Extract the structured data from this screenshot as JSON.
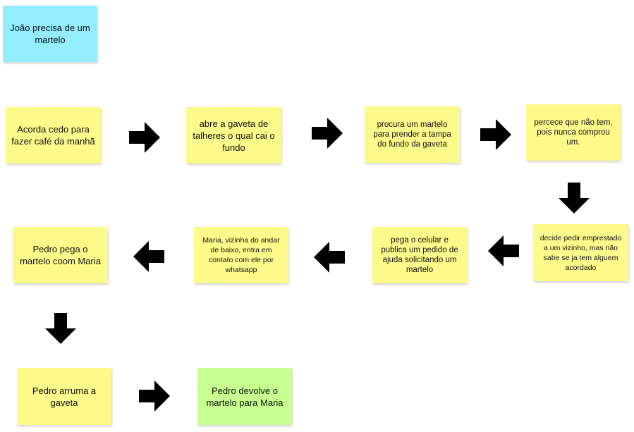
{
  "colors": {
    "start": "#93edff",
    "step": "#fdfa8c",
    "end": "#c6ff8f",
    "arrow": "#000000"
  },
  "notes": {
    "title": "João precisa de um martelo",
    "n1": "Acorda cedo para fazer café da manhã",
    "n2": "abre a gaveta de talheres o qual cai o fundo",
    "n3": "procura um martelo para prender a tampa do fundo da gaveta",
    "n4": "percece que não tem, pois nunca comprou um.",
    "n5": "decide pedir emprestado a um vizinho, mas não sabe se ja tem alguem acordado",
    "n6": "pega o celular e publica um pedido de ajuda solicitando um martelo",
    "n7": "Maria, vizinha do andar de baixo, entra em contato com ele por whatsapp",
    "n8": "Pedro pega o martelo coom Maria",
    "n9": "Pedro arruma a gaveta",
    "n10": "Pedro devolve o martelo para Maria"
  },
  "arrows": {
    "a1": "arrow-right",
    "a2": "arrow-right",
    "a3": "arrow-right",
    "a4": "arrow-down",
    "a5": "arrow-left",
    "a6": "arrow-left",
    "a7": "arrow-left",
    "a8": "arrow-down",
    "a9": "arrow-right"
  }
}
